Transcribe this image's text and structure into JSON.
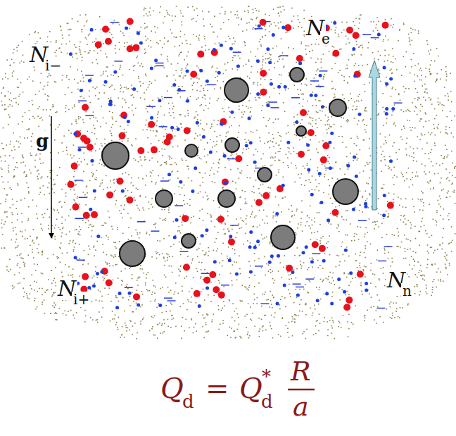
{
  "diagram": {
    "labels": [
      "N",
      "e",
      "N",
      "i−",
      "N",
      "i+",
      "N",
      "n",
      "g",
      "Q",
      "d",
      "=",
      "Q",
      "d",
      "*",
      "R",
      "a"
    ]
  }
}
